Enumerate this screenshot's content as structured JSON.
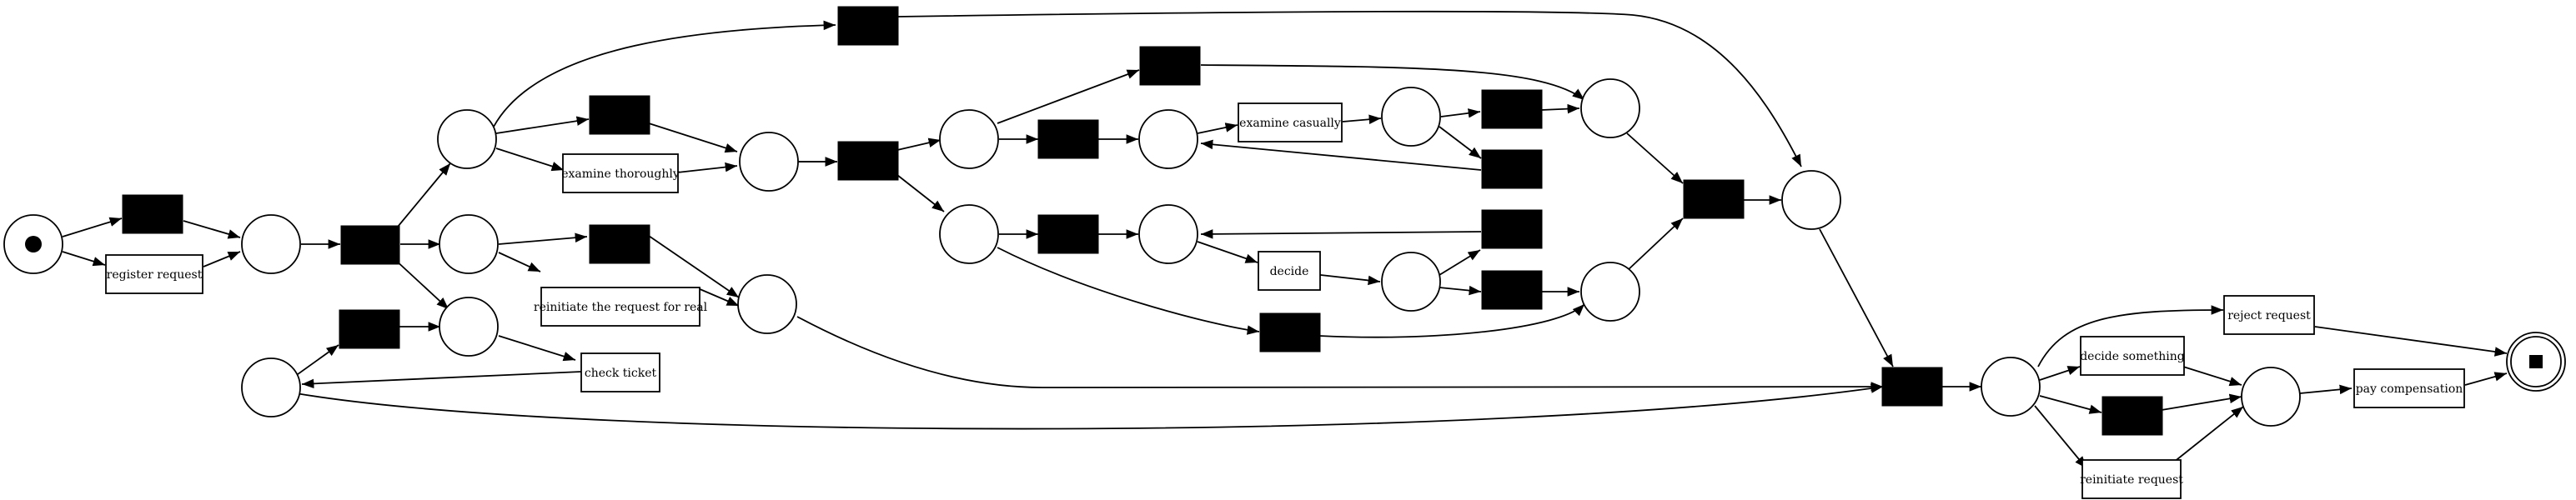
{
  "diagram": {
    "type": "petri-net",
    "labels": {
      "register": "register request",
      "examine_thoroughly": "examine thoroughly",
      "examine_casually": "examine casually",
      "decide": "decide",
      "reinitiate_real": "reinitiate the request for real",
      "check_ticket": "check ticket",
      "reject": "reject request",
      "decide_something": "decide something",
      "reinitiate": "reinitiate request",
      "pay": "pay compensation"
    },
    "colors": {
      "stroke": "#000000",
      "fill": "#ffffff",
      "silent": "#000000"
    }
  }
}
